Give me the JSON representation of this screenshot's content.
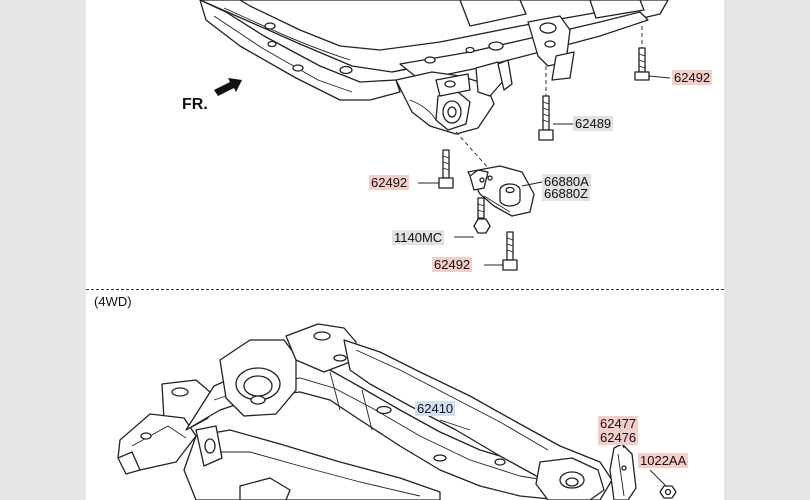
{
  "colors": {
    "page_background": "#e6e6e6",
    "panel_background": "#ffffff",
    "highlight_red": "#f7cdc9",
    "highlight_blue": "#cfe0f4",
    "highlight_gray": "#e2e2e2"
  },
  "direction_marker": {
    "text": "FR.",
    "icon": "front-arrow-icon"
  },
  "section_label": "(4WD)",
  "callouts": [
    {
      "id": "62492-a",
      "text": "62492",
      "highlight": "red"
    },
    {
      "id": "62489",
      "text": "62489",
      "highlight": "gray"
    },
    {
      "id": "62492-b",
      "text": "62492",
      "highlight": "red"
    },
    {
      "id": "66880a",
      "text": "66880A",
      "highlight": "gray"
    },
    {
      "id": "66880z",
      "text": "66880Z",
      "highlight": "gray"
    },
    {
      "id": "1140mc",
      "text": "1140MC",
      "highlight": "gray"
    },
    {
      "id": "62492-c",
      "text": "62492",
      "highlight": "red"
    },
    {
      "id": "62410",
      "text": "62410",
      "highlight": "blue"
    },
    {
      "id": "62477",
      "text": "62477",
      "highlight": "red"
    },
    {
      "id": "62476",
      "text": "62476",
      "highlight": "red"
    },
    {
      "id": "1022aa",
      "text": "1022AA",
      "highlight": "red"
    }
  ]
}
